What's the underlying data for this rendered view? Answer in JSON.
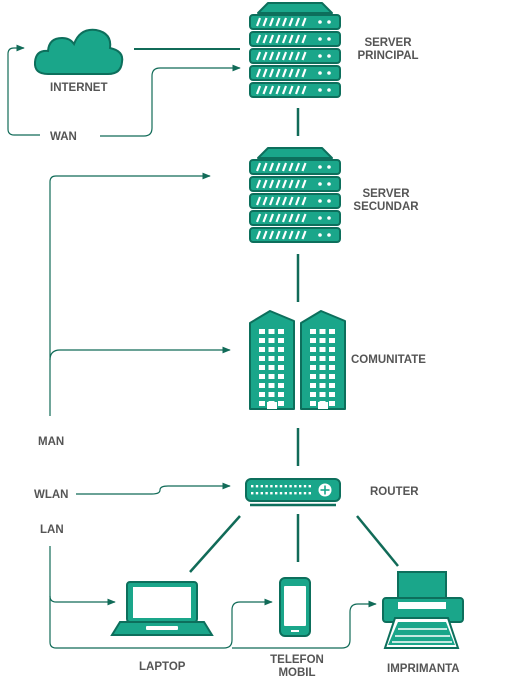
{
  "colors": {
    "main": "#1aa68a",
    "dark": "#0d6f5c",
    "line": "#116b58",
    "light": "#ffffff",
    "text": "#555555"
  },
  "labels": {
    "internet": "INTERNET",
    "wan": "WAN",
    "server_principal_line1": "SERVER",
    "server_principal_line2": "PRINCIPAL",
    "server_secundar_line1": "SERVER",
    "server_secundar_line2": "SECUNDAR",
    "comunitate": "COMUNITATE",
    "man": "MAN",
    "wlan": "WLAN",
    "lan": "LAN",
    "router": "ROUTER",
    "laptop": "LAPTOP",
    "telefon_line1": "TELEFON",
    "telefon_line2": "MOBIL",
    "imprimanta": "IMPRIMANTA"
  },
  "icons": [
    "cloud-icon",
    "server-icon",
    "building-icon",
    "router-icon",
    "laptop-icon",
    "phone-icon",
    "printer-icon"
  ]
}
